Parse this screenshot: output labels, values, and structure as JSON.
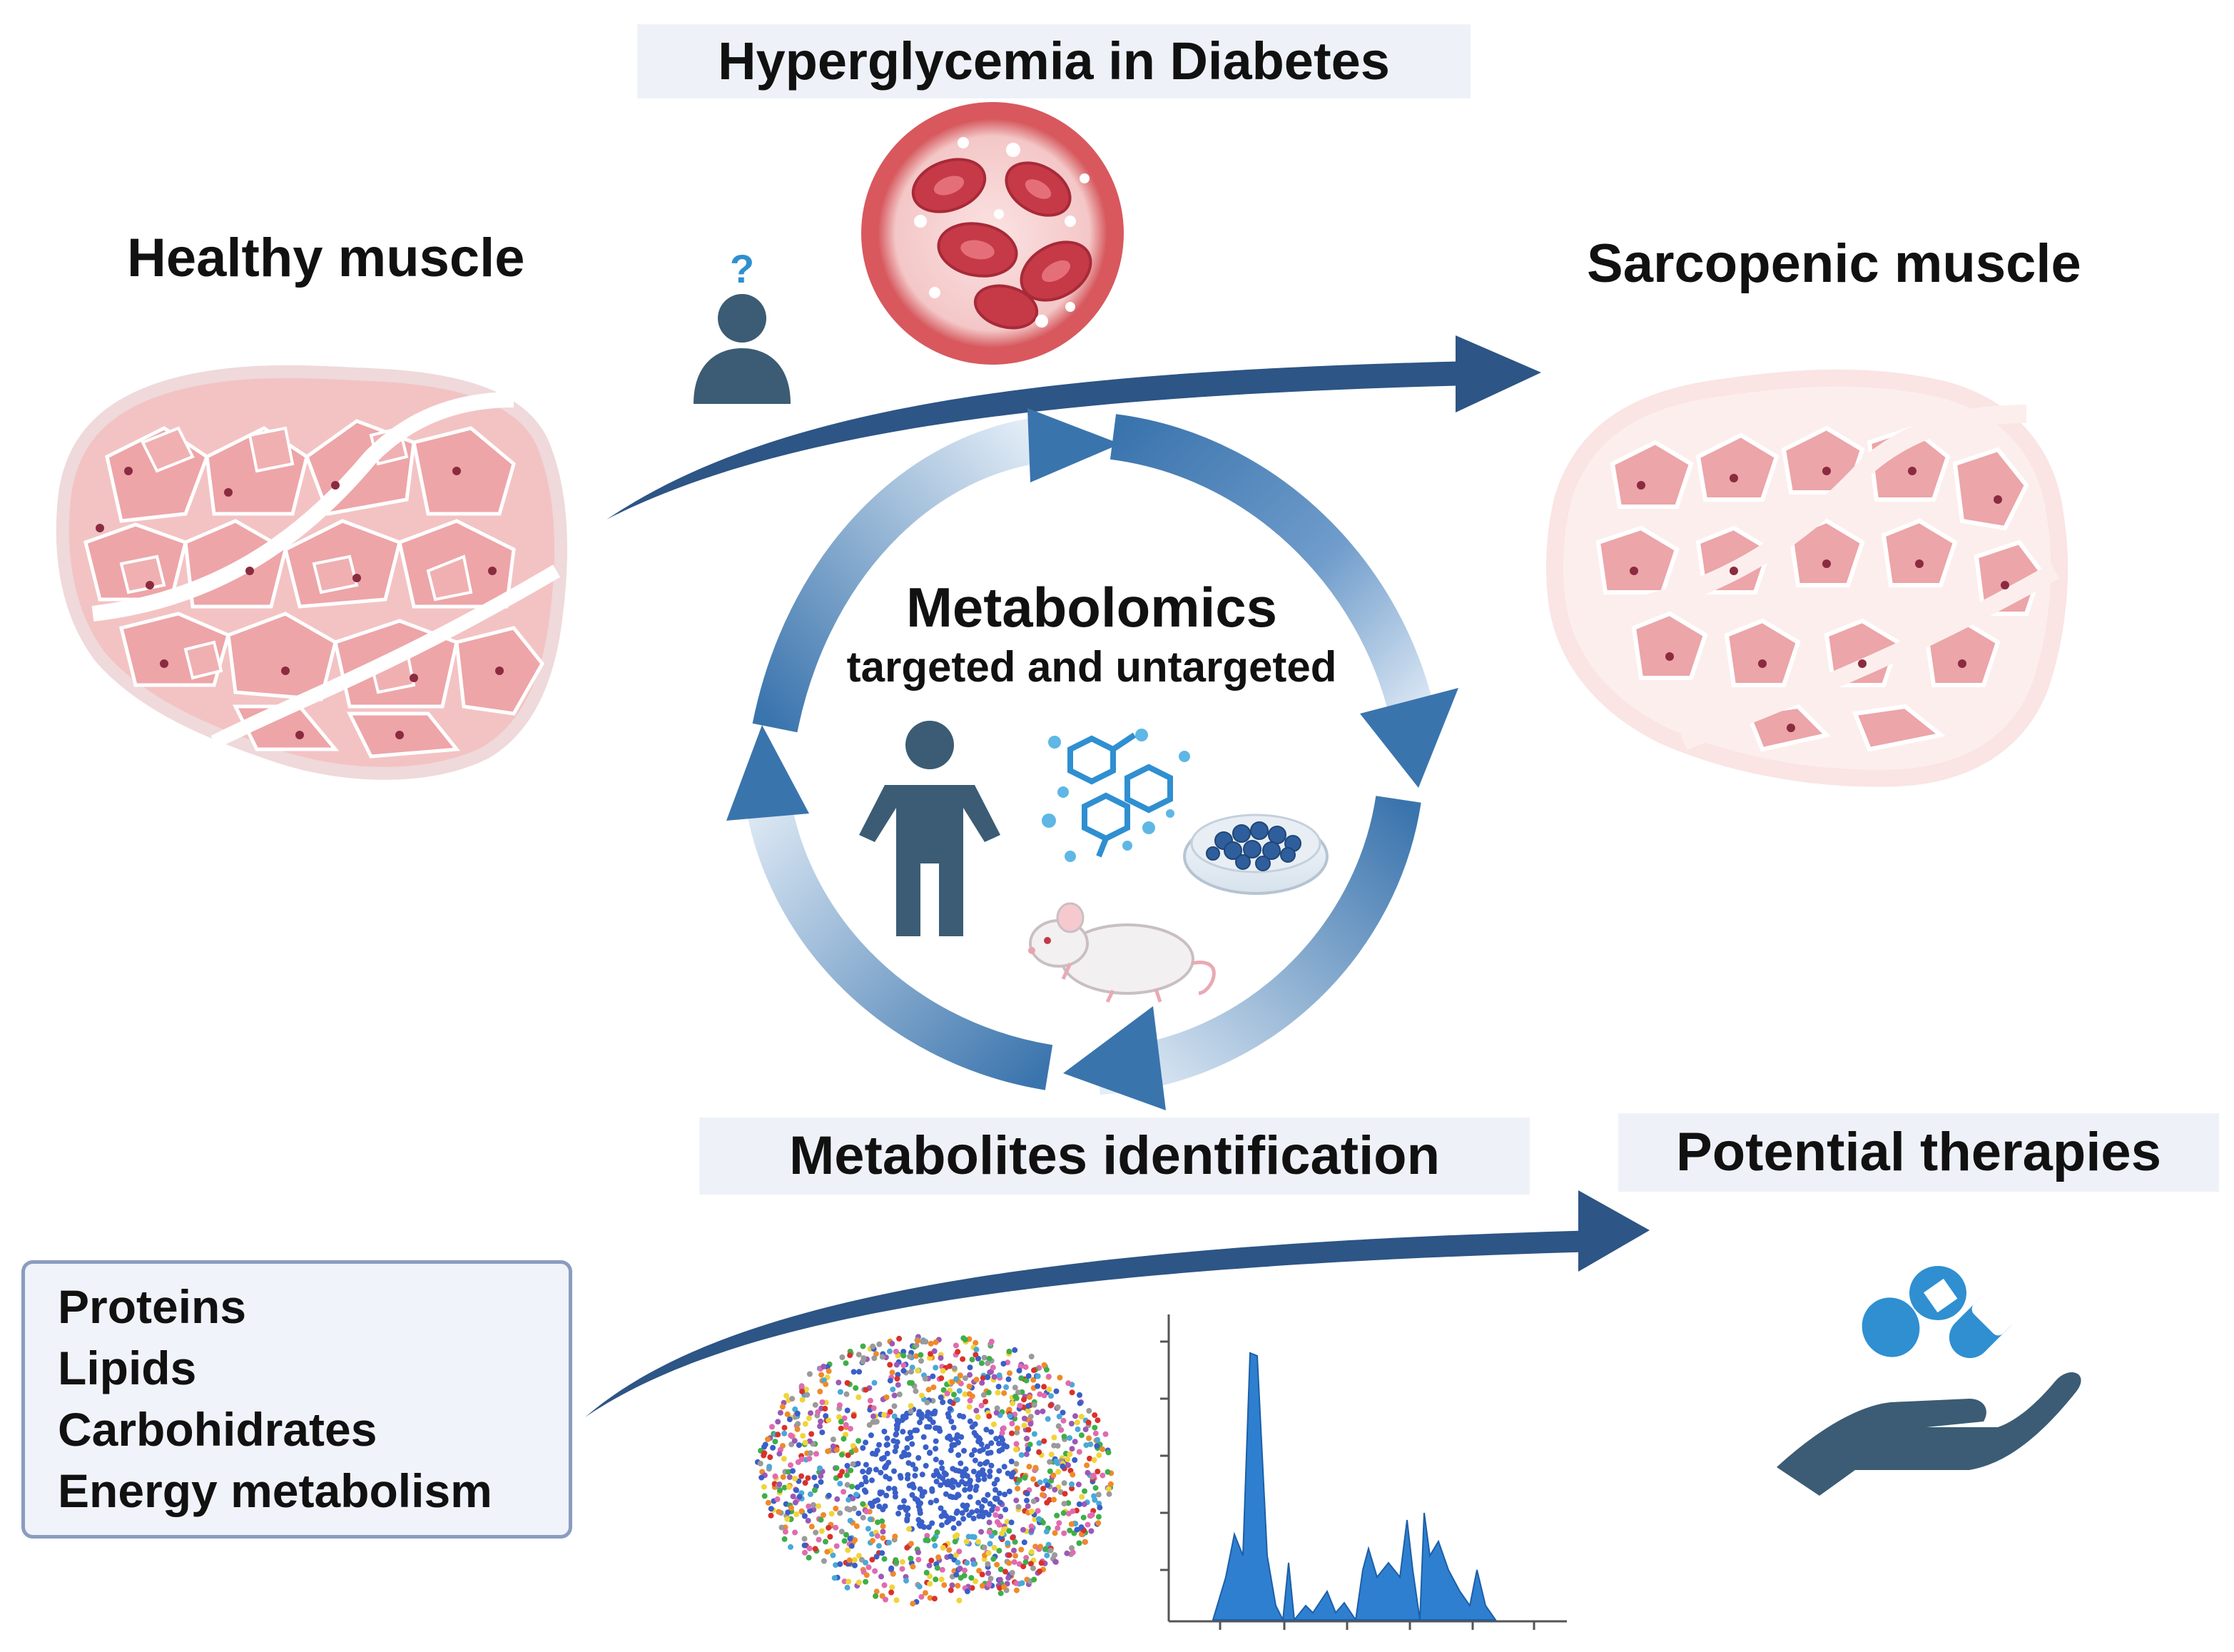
{
  "labels": {
    "hyperglycemia": "Hyperglycemia in Diabetes",
    "healthy_muscle": "Healthy muscle",
    "sarcopenic_muscle": "Sarcopenic muscle",
    "metabolomics": "Metabolomics",
    "metabolomics_sub": "targeted and untargeted",
    "metabolites_identification": "Metabolites identification",
    "potential_therapies": "Potential therapies"
  },
  "biomolecules": [
    "Proteins",
    "Lipids",
    "Carbohidrates",
    "Energy metabolism"
  ],
  "icons": {
    "blood_vessel": "blood-vessel-icon",
    "questioning_person": "questioning-person-icon",
    "human": "human-icon",
    "molecules": "molecules-icon",
    "petri_dish": "petri-dish-icon",
    "mouse": "mouse-icon",
    "scatter_cluster": "cluster-plot-icon",
    "spectrum": "spectrum-plot-icon",
    "therapy_hand": "hand-with-pills-icon"
  },
  "colors": {
    "arrow_dark": "#2d5585",
    "cycle_blue": "#3a74ad",
    "muscle_pink": "#e8a1a6",
    "muscle_fill": "#f1b7b9",
    "person": "#3b5c74",
    "therapy_blue": "#2f8fd1"
  }
}
